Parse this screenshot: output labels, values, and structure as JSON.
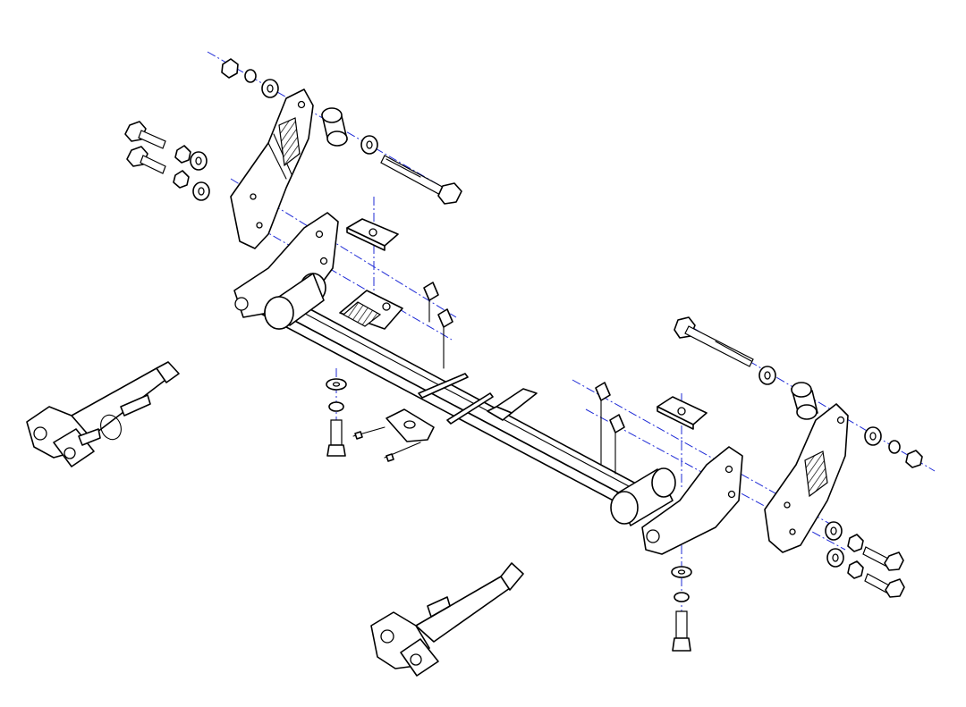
{
  "diagram": {
    "kind": "exploded-assembly",
    "colors": {
      "line": "#000000",
      "centerline": "#1f2bd6",
      "background": "#ffffff"
    },
    "components": [
      {
        "name": "crossbar"
      },
      {
        "name": "left-mounting-bracket"
      },
      {
        "name": "right-mounting-bracket"
      },
      {
        "name": "left-tow-arm"
      },
      {
        "name": "right-tow-arm"
      },
      {
        "name": "center-tab-plate"
      },
      {
        "name": "square-nut-plate-left"
      },
      {
        "name": "square-nut-plate-right"
      },
      {
        "name": "spacer-sleeve-left"
      },
      {
        "name": "spacer-sleeve-right"
      },
      {
        "name": "long-bolt-left"
      },
      {
        "name": "long-bolt-right"
      },
      {
        "name": "hardware-fasteners"
      }
    ]
  }
}
